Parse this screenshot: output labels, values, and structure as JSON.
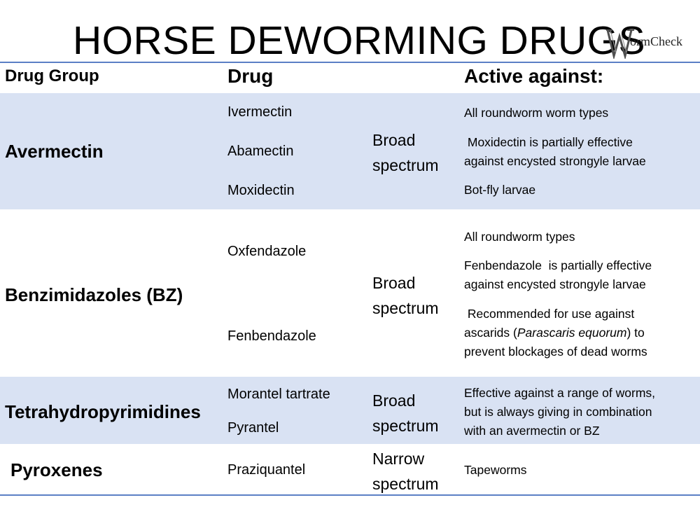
{
  "title": "HORSE DEWORMING DRUGS",
  "logo": {
    "text": "ormCheck",
    "accent_color": "#4f4f4f"
  },
  "colors": {
    "band": "#d9e2f3",
    "rule": "#5b7fc5"
  },
  "headers": {
    "group": "Drug Group",
    "drug": "Drug",
    "active": "Active against:"
  },
  "rows": [
    {
      "group": "Avermectin",
      "drugs": [
        "Ivermectin",
        "Abamectin",
        "Moxidectin"
      ],
      "spectrum": [
        "Broad",
        "spectrum"
      ],
      "active": [
        "All roundworm worm types",
        " Moxidectin is partially effective",
        "against encysted strongyle larvae",
        "Bot-fly larvae"
      ]
    },
    {
      "group": "Benzimidazoles (BZ)",
      "drugs": [
        "Oxfendazole",
        "Fenbendazole"
      ],
      "spectrum": [
        "Broad",
        "spectrum"
      ],
      "active": [
        "All roundworm types",
        "Fenbendazole  is partially effective",
        "against encysted strongyle larvae",
        " Recommended for use against",
        {
          "before": "ascarids (",
          "italic": "Parascaris equorum",
          "after": ") to"
        },
        "prevent blockages of dead worms"
      ]
    },
    {
      "group": "Tetrahydropyrimidines",
      "drugs": [
        "Morantel tartrate",
        "Pyrantel"
      ],
      "spectrum": [
        "Broad",
        "spectrum"
      ],
      "active": [
        "Effective against a range of worms,",
        "but is always giving in combination",
        "with an avermectin or BZ"
      ]
    },
    {
      "group": "Pyroxenes",
      "drugs": [
        "Praziquantel"
      ],
      "spectrum": [
        "Narrow",
        "spectrum"
      ],
      "active": [
        "Tapeworms"
      ]
    }
  ]
}
